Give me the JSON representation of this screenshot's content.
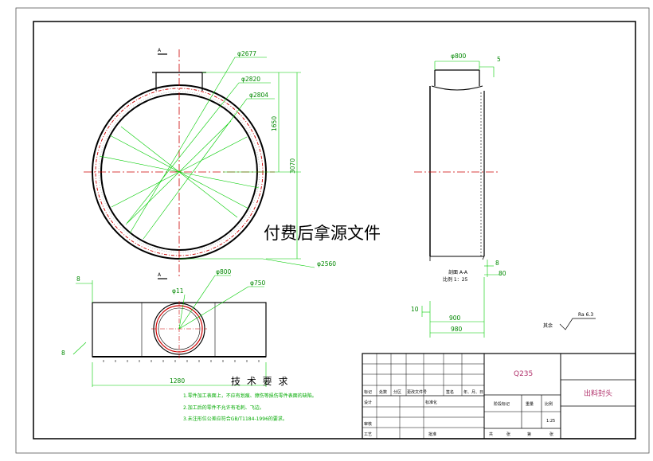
{
  "watermark": "付费后拿源文件",
  "section_marks": {
    "top": "A",
    "bottom": "A"
  },
  "circle_view": {
    "diameters": [
      "φ2677",
      "φ2820",
      "φ2804",
      "φ2560"
    ],
    "heights": [
      "1650",
      "3070"
    ]
  },
  "side_view": {
    "top_dia": "φ800",
    "top_offset": "5",
    "section_label": "剖面 A-A",
    "scale_label": "比例 1：25",
    "right_dims": [
      "8",
      "80"
    ],
    "left_dim": "10",
    "bottom_dims": [
      "900",
      "980"
    ]
  },
  "bottom_view": {
    "dims": [
      "φ800",
      "φ750",
      "φ11",
      "8",
      "8",
      "1280"
    ]
  },
  "roughness": {
    "label": "其余",
    "value": "Ra 6.3"
  },
  "tech": {
    "title": "技 术 要 求",
    "notes": [
      "1.零件加工表面上，不应有划痕、擦伤等损伤零件表面的缺陷。",
      "2.加工后的零件不允许有毛刺、飞边。",
      "3.未注形位公差应符合GB/T1184-1996的要求。"
    ]
  },
  "title_block": {
    "material": "Q235",
    "part_name": "出料封头",
    "scale_value": "1:25",
    "headers": [
      "标记",
      "处数",
      "分区",
      "更改文件号",
      "签名",
      "年、月、日"
    ],
    "rows": [
      "设计",
      "标准化",
      "审核",
      "工艺",
      "批准"
    ],
    "right_headers": [
      "阶段标记",
      "重量",
      "比例"
    ],
    "bottom": [
      "共",
      "张",
      "第",
      "张"
    ]
  }
}
